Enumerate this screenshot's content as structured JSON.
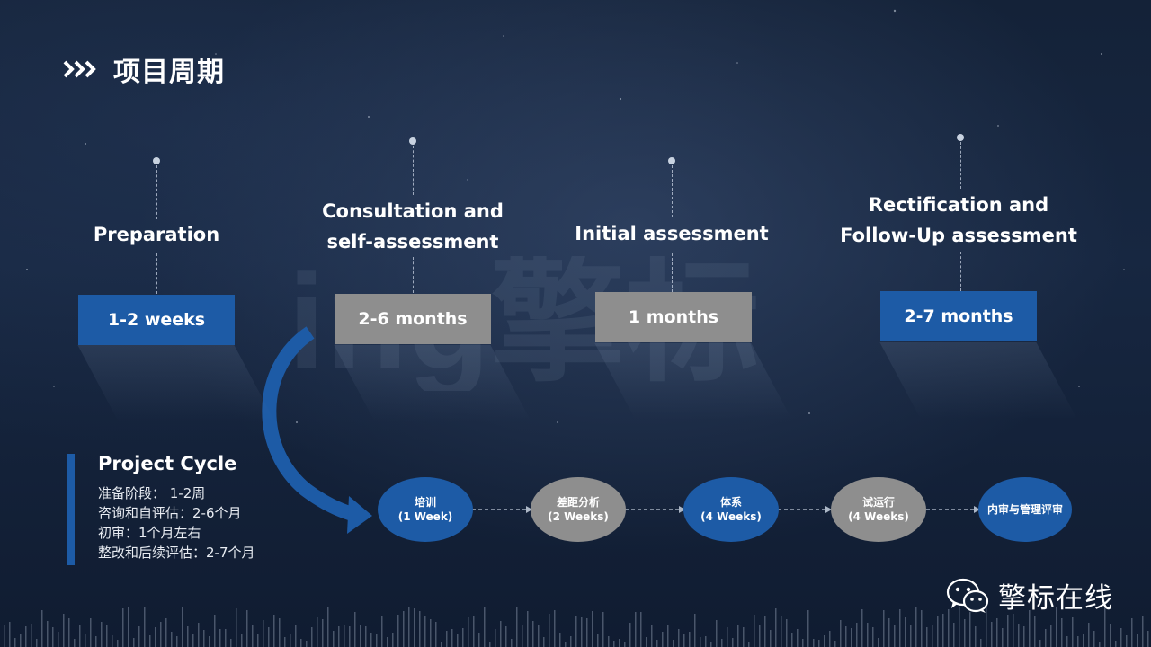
{
  "page": {
    "title": "项目周期"
  },
  "stages": [
    {
      "label": "Preparation",
      "duration": "1-2 weeks",
      "box_color": "blue"
    },
    {
      "label": "Consultation and\nself-assessment",
      "duration": "2-6 months",
      "box_color": "gray"
    },
    {
      "label": "Initial assessment",
      "duration": "1 months",
      "box_color": "gray"
    },
    {
      "label": "Rectification and\nFollow-Up assessment",
      "duration": "2-7 months",
      "box_color": "blue"
    }
  ],
  "watermark": {
    "text": "ing擎标"
  },
  "project_cycle": {
    "title": "Project Cycle",
    "lines": [
      "准备阶段： 1-2周",
      "咨询和自评估：2-6个月",
      "初审：1个月左右",
      "整改和后续评估：2-7个月"
    ]
  },
  "flow_steps": [
    {
      "name": "培训",
      "sub": "(1 Week)",
      "color": "blue"
    },
    {
      "name": "差距分析",
      "sub": "(2 Weeks)",
      "color": "gray"
    },
    {
      "name": "体系",
      "sub": "(4 Weeks)",
      "color": "blue"
    },
    {
      "name": "试运行",
      "sub": "(4 Weeks)",
      "color": "gray"
    },
    {
      "name": "内审与管理评审",
      "sub": "",
      "color": "blue"
    }
  ],
  "brand": {
    "name": "擎标在线",
    "icon": "wechat-icon"
  },
  "colors": {
    "accent_blue": "#1d5ba6",
    "gray": "#8e8e8e",
    "background": "#142238"
  }
}
